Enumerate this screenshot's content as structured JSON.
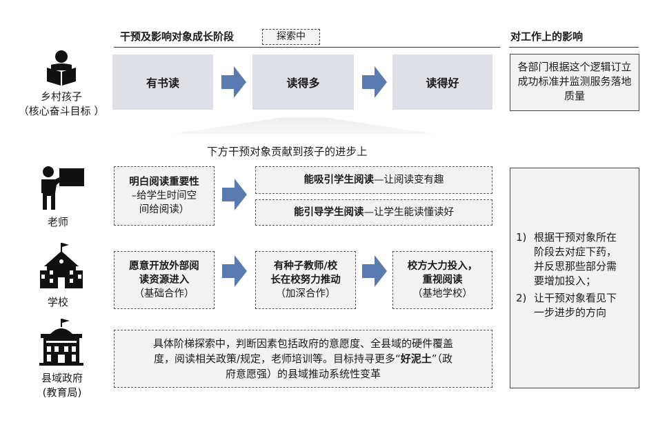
{
  "colors": {
    "arrow": "#5a7bb1",
    "gray_box": "#dee0e6",
    "dashed_box": "#f2f2f2"
  },
  "header": {
    "stage_title": "干预及影响对象成长阶段",
    "exploring_tag": "探索中",
    "impact_title": "对工作上的影响"
  },
  "row_child": {
    "label_line1": "乡村孩子",
    "label_line2": "（核心奋斗目标 ）",
    "icon": "reading-child-icon",
    "stages": [
      "有书读",
      "读得多",
      "读得好"
    ],
    "impact": "各部门根据这个逻辑订立成功标准并监测服务落地质量"
  },
  "contribution_text": "下方干预对象贡献到孩子的进步上",
  "row_teacher": {
    "label": "老师",
    "icon": "teacher-icon",
    "box1_bold": "明白阅读重要性",
    "box1_line2": "–给学生时间空",
    "box1_line3": "间给阅读）",
    "box2_bold": "能吸引学生阅读",
    "box2_rest": "—让阅读变有趣",
    "box3_bold": "能引导学生阅读",
    "box3_rest": "—让学生能读懂读好"
  },
  "row_school": {
    "label": "学校",
    "icon": "school-icon",
    "box1_line1": "愿意开放外部阅",
    "box1_line2": "读资源进入",
    "box1_line3": "（基础合作）",
    "box2_line1": "有种子教师/校",
    "box2_line2": "长在校努力推动",
    "box2_line3": "（加深合作）",
    "box3_line1": "校方大力投入，",
    "box3_line2": "重视阅读",
    "box3_line3": "（基地学校）"
  },
  "row_government": {
    "label_line1": "县域政府",
    "label_line2": "(教育局)",
    "icon": "government-building-icon",
    "text_line1": "具体阶梯探索中，判断因素包括政府的意愿度、全县域的硬件覆盖",
    "text_line2_a": "度，阅读相关政策/规定，老师培训等。目标持寻更多“",
    "text_line2_bold": "好泥土",
    "text_line2_b": "”（政",
    "text_line3": "府意愿强）的县域推动系统性变革"
  },
  "impact_list": [
    {
      "num": "1)",
      "lines": [
        "根据干预对象所在",
        "阶段去对症下药，",
        "并反思那些部分需",
        "要增加投入；"
      ]
    },
    {
      "num": "2)",
      "lines": [
        "让干预对象看见下",
        "一步进步的方向"
      ]
    }
  ]
}
